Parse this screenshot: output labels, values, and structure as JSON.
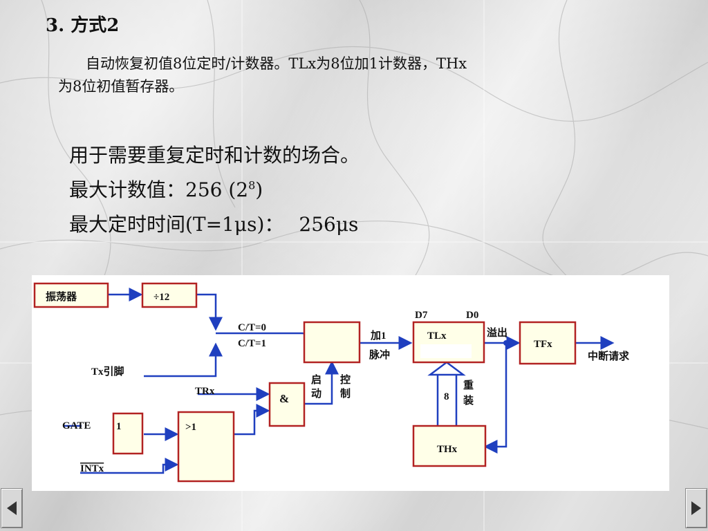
{
  "heading": "3. 方式2",
  "description": "自动恢复初值8位定时/计数器。TLx为8位加1计数器，THx为8位初值暂存器。",
  "uses": "用于需要重复定时和计数的场合。",
  "max_count": {
    "label": "最大计数值：256 (2",
    "sup": "8",
    "tail": ")"
  },
  "max_time": {
    "label": "最大定时时间(T=1μs)：",
    "value": "256μs"
  },
  "diagram": {
    "oscillator": "振荡器",
    "divider": "÷12",
    "ct0": "C/T=0",
    "ct1": "C/T=1",
    "tx_pin": "Tx引脚",
    "trx": "TRx",
    "gate": "GATE",
    "int": "INTx",
    "inv": "1",
    "or": ">1",
    "and": "&",
    "start": [
      "启",
      "动"
    ],
    "control": [
      "控",
      "制"
    ],
    "add1": "加1",
    "pulse": "脉冲",
    "d7": "D7",
    "d0": "D0",
    "tl": "TLx",
    "th": "THx",
    "overflow": "溢出",
    "tf": "TFx",
    "interrupt": "中断请求",
    "eight": "8",
    "reload": [
      "重",
      "装"
    ]
  },
  "colors": {
    "box_fill": "#ffffe8",
    "box_border": "#b22222",
    "wire": "#1f3fbf",
    "text": "#111111"
  },
  "icons": {
    "prev": "triangle-left-icon",
    "next": "triangle-right-icon"
  }
}
